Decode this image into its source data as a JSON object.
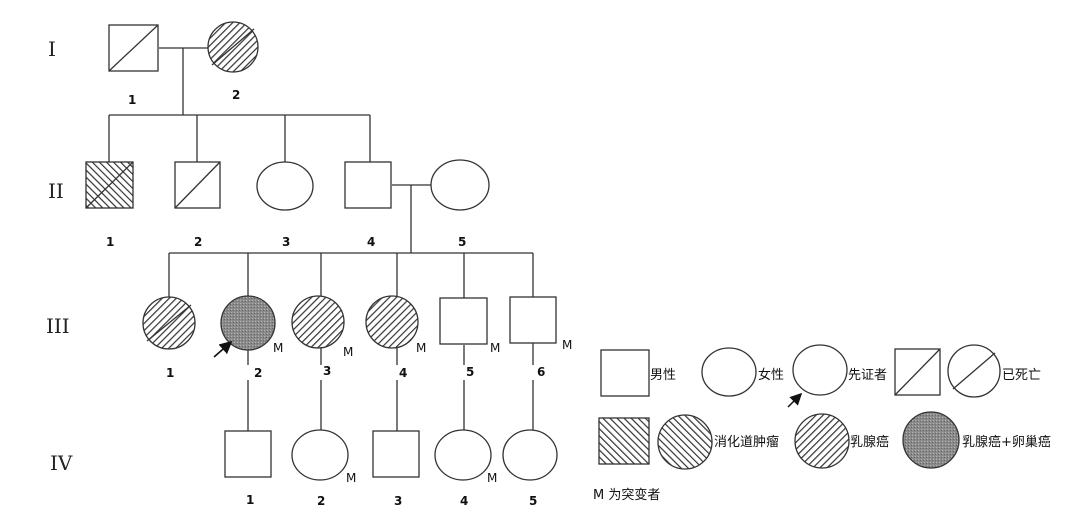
{
  "generations": {
    "g1": "I",
    "g2": "II",
    "g3": "III",
    "g4": "IV"
  },
  "individuals": {
    "I1": {
      "num": "1"
    },
    "I2": {
      "num": "2"
    },
    "II1": {
      "num": "1"
    },
    "II2": {
      "num": "2"
    },
    "II3": {
      "num": "3"
    },
    "II4": {
      "num": "4"
    },
    "II5": {
      "num": "5"
    },
    "III1": {
      "num": "1"
    },
    "III2": {
      "num": "2",
      "mark": "M"
    },
    "III3": {
      "num": "3",
      "mark": "M"
    },
    "III4": {
      "num": "4",
      "mark": "M"
    },
    "III5": {
      "num": "5",
      "mark": "M"
    },
    "III6": {
      "num": "6",
      "mark": "M"
    },
    "IV1": {
      "num": "1"
    },
    "IV2": {
      "num": "2",
      "mark": "M"
    },
    "IV3": {
      "num": "3"
    },
    "IV4": {
      "num": "4",
      "mark": "M"
    },
    "IV5": {
      "num": "5"
    }
  },
  "legend": {
    "male": "男性",
    "female": "女性",
    "proband": "先证者",
    "deceased": "已死亡",
    "gi_tumor": "消化道肿瘤",
    "breast_cancer": "乳腺癌",
    "breast_ovarian": "乳腺癌+卵巢癌",
    "mutation_note": "M 为突变者"
  },
  "colors": {
    "line": "#333333",
    "hatch": "#333333",
    "stipple": "#888888"
  }
}
